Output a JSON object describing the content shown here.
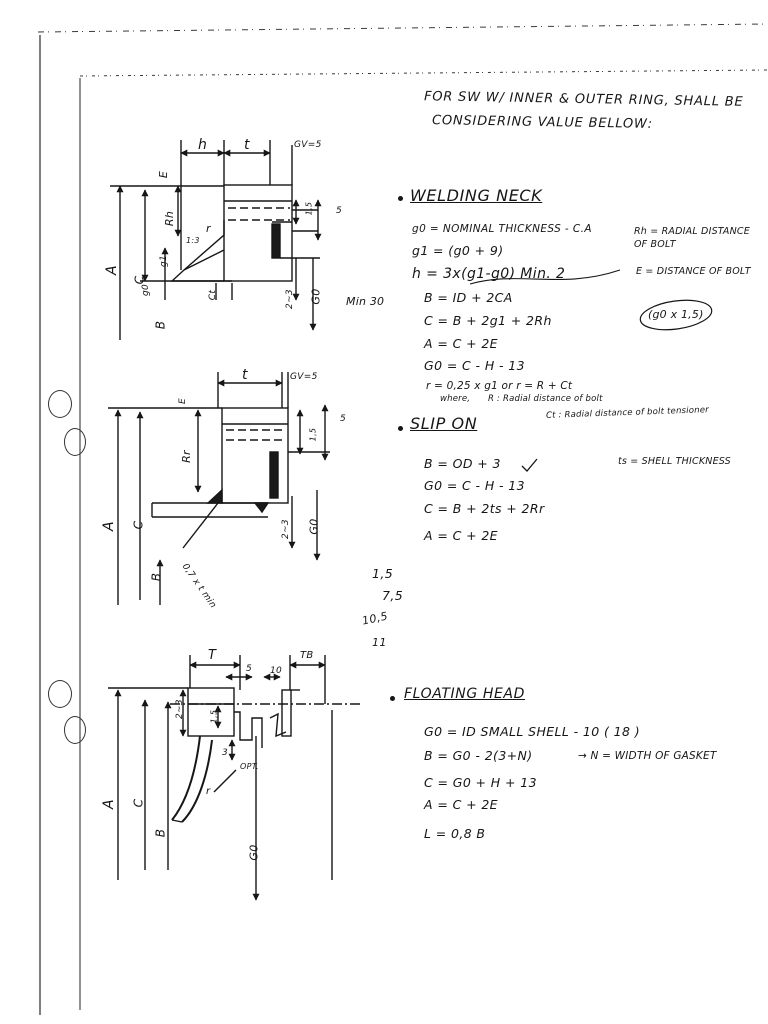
{
  "header": {
    "line1": "FOR SW W/ INNER & OUTER RING, SHALL BE",
    "line2": "CONSIDERING VALUE BELLOW:"
  },
  "welding_neck": {
    "title": "WELDING NECK",
    "eq_g0": "g0 = NOMINAL THICKNESS - C.A",
    "eq_g1": "g1 = (g0 + 9)",
    "eq_h": "h = 3x(g1-g0) Min. 2",
    "eq_B": "B = ID + 2CA",
    "eq_C": "C = B + 2g1 + 2Rh",
    "eq_A": "A = C + 2E",
    "eq_G0": "G0 = C - H - 13",
    "eq_r": "r = 0,25 x g1 or r = R + Ct",
    "where_label": "where,",
    "where_R": "R : Radial distance of bolt",
    "where_Ct": "Ct : Radial distance of bolt tensioner",
    "rh_note": "Rh = RADIAL DISTANCE OF BOLT",
    "e_note": "E = DISTANCE OF BOLT",
    "g0_note": "(g0 x 1,5)",
    "min_note": "Min 30",
    "dims": {
      "h": "h",
      "t": "t",
      "gv": "GV=5",
      "E": "E",
      "Rh": "Rh",
      "r": "r",
      "slope": "1:3",
      "g1": "g1",
      "g0": "g0",
      "Ct": "Ct",
      "A": "A",
      "C": "C",
      "B": "B",
      "G0": "G0",
      "twothree": "2~3",
      "onefive": "1,5",
      "five": "5"
    }
  },
  "slip_on": {
    "title": "SLIP ON",
    "eq_B": "B = OD + 3",
    "eq_G0": "G0 = C - H - 13",
    "eq_C": "C = B + 2ts + 2Rr",
    "eq_A": "A = C + 2E",
    "ts_note": "ts = SHELL THICKNESS",
    "dims": {
      "t": "t",
      "gv": "GV=5",
      "E": "E",
      "Rr": "Rr",
      "A": "A",
      "C": "C",
      "B": "B",
      "G0": "G0",
      "twothree": "2~3",
      "onefive": "1,5",
      "five": "5",
      "weld": "0,7 x t min"
    }
  },
  "scribbles": {
    "s1": "1,5",
    "s2": "7,5",
    "s3": "10,5",
    "s4": "11"
  },
  "floating_head": {
    "title": "FLOATING HEAD",
    "eq_G0": "G0 = ID SMALL SHELL - 10 ( 18 )",
    "eq_B": "B = G0 - 2(3+N)",
    "eq_B_note": "→ N = WIDTH OF GASKET",
    "eq_C": "C = G0 + H + 13",
    "eq_A": "A = C + 2E",
    "eq_L": "L = 0,8 B",
    "dims": {
      "T": "T",
      "TB": "TB",
      "five": "5",
      "ten": "10",
      "twothree": "2~3",
      "onefive": "1,5",
      "three": "3",
      "opt": "OPT.",
      "r": "r",
      "A": "A",
      "C": "C",
      "B": "B",
      "G0": "G0"
    }
  }
}
